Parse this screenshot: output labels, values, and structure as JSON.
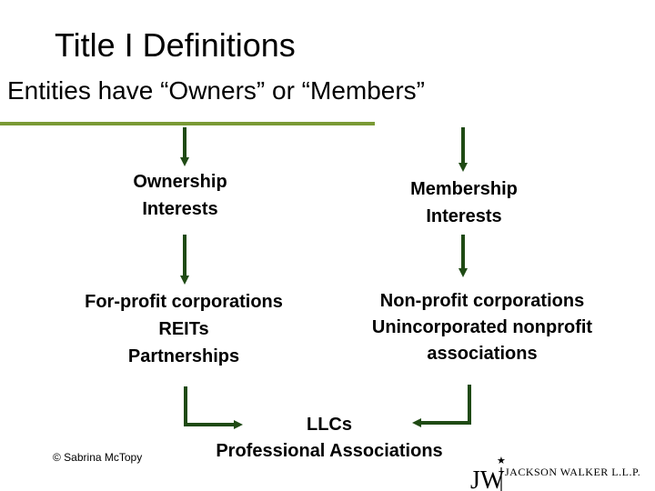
{
  "slide": {
    "title": "Title I Definitions",
    "subtitle": "Entities have “Owners” or “Members”"
  },
  "diagram": {
    "ownership": [
      "Ownership",
      "Interests"
    ],
    "membership": [
      "Membership",
      "Interests"
    ],
    "for_profit": [
      "For-profit corporations",
      "REITs",
      "Partnerships"
    ],
    "non_profit": [
      "Non-profit corporations",
      "Unincorporated nonprofit",
      "associations"
    ],
    "result": [
      "LLCs",
      "Professional Associations"
    ]
  },
  "footer": {
    "copyright": "© Sabrina McTopy",
    "logo_text": "JACKSON WALKER L.L.P."
  },
  "colors": {
    "arrow": "#1f4a14",
    "rule": "#7a9a35"
  }
}
